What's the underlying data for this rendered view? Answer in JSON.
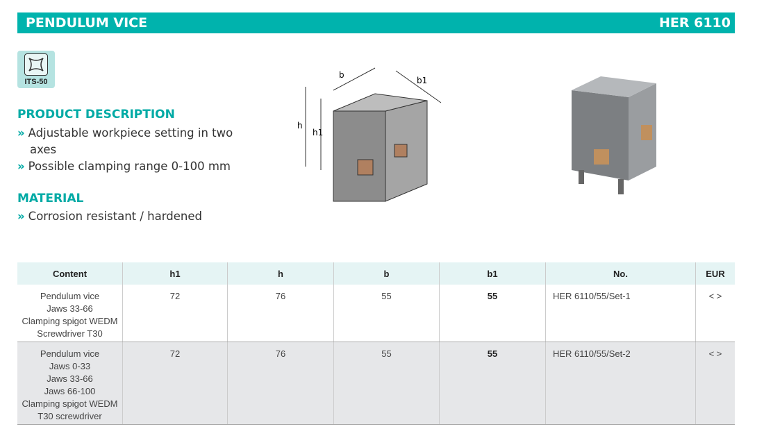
{
  "header": {
    "title": "PENDULUM VICE",
    "code": "HER 6110"
  },
  "badge": {
    "label": "ITS-50"
  },
  "description": {
    "heading": "PRODUCT DESCRIPTION",
    "items": [
      "Adjustable workpiece setting in two",
      "axes",
      "Possible clamping range 0-100 mm"
    ]
  },
  "material": {
    "heading": "MATERIAL",
    "items": [
      "Corrosion resistant / hardened"
    ]
  },
  "drawing": {
    "labels": {
      "b": "b",
      "b1": "b1",
      "h": "h",
      "h1": "h1"
    }
  },
  "table": {
    "headers": [
      "Content",
      "h1",
      "h",
      "b",
      "b1",
      "No.",
      "EUR"
    ],
    "rows": [
      {
        "content": [
          "Pendulum vice",
          "Jaws 33-66",
          "Clamping spigot WEDM",
          "Screwdriver T30"
        ],
        "h1": "72",
        "h": "76",
        "b": "55",
        "b1": "55",
        "no": "HER 6110/55/Set-1",
        "eur": "< >"
      },
      {
        "content": [
          "Pendulum vice",
          "Jaws 0-33",
          "Jaws 33-66",
          "Jaws 66-100",
          "Clamping spigot WEDM",
          "T30 screwdriver"
        ],
        "h1": "72",
        "h": "76",
        "b": "55",
        "b1": "55",
        "no": "HER 6110/55/Set-2",
        "eur": "< >"
      }
    ]
  }
}
